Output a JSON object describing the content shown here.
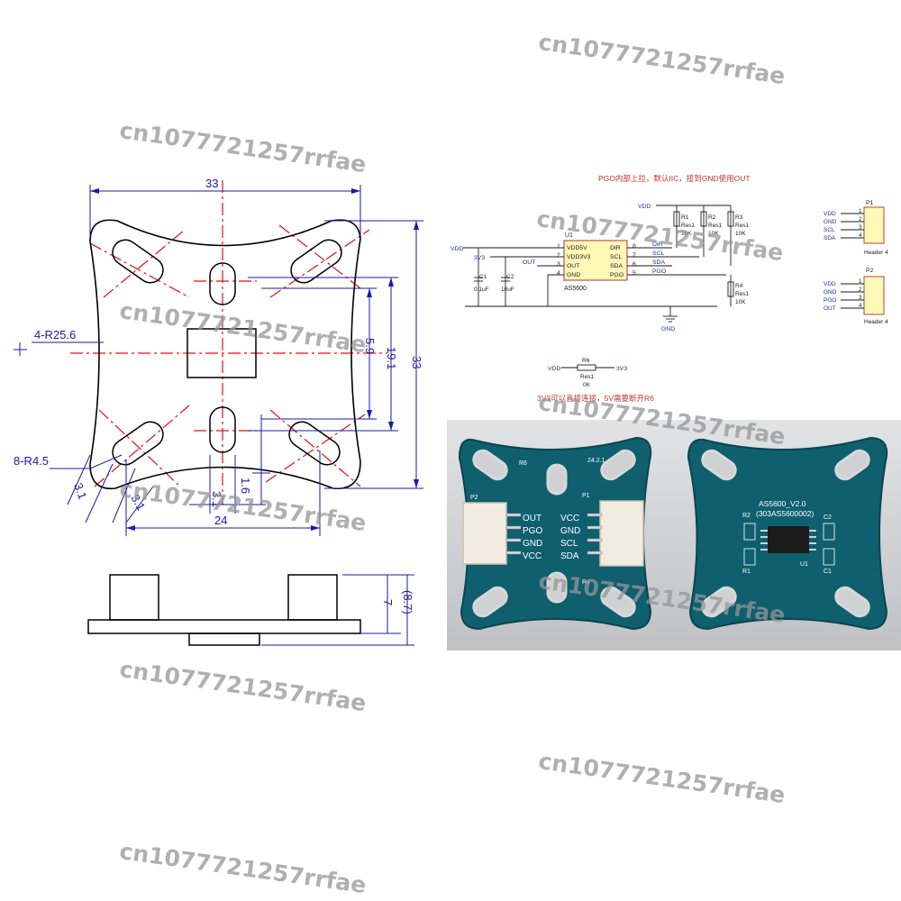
{
  "drawing": {
    "dim_width_top": "33",
    "dim_height_right": "33",
    "dim_inner_tall": "19.1",
    "dim_inner_short": "5.9",
    "callout_corner_radius": "4-R25.6",
    "callout_slot_radius": "8-R4.5",
    "dim_slot_width_a": "3.1",
    "dim_slot_width_b": "3.1",
    "dim_slot_width_c": "3.1",
    "dim_small_gap": "1.6",
    "dim_bottom_span": "24",
    "dim_side_height": "7",
    "dim_side_total": "(8.7)"
  },
  "schematic": {
    "note_top": "PGO内部上拉，默认IIC，接到GND使用OUT",
    "note_bottom": "3V3可以直接连接，5V需要断开R6",
    "u1_ref": "U1",
    "u1_name": "AS5600",
    "u1_left_pins": [
      "VDD5V",
      "VDD3V3",
      "OUT",
      "GND"
    ],
    "u1_left_nums": [
      "1",
      "2",
      "3",
      "4"
    ],
    "u1_right_pins": [
      "DIR",
      "SCL",
      "SDA",
      "PGO"
    ],
    "u1_right_nums": [
      "8",
      "7",
      "6",
      "5"
    ],
    "net_vdd": "VDD",
    "net_3v3": "3V3",
    "net_out": "OUT",
    "net_gnd": "GND",
    "net_scl": "SCL",
    "net_sda": "SDA",
    "net_pgo": "PGO",
    "net_dir": "DIR",
    "c1_ref": "C1",
    "c1_val": "0.1uF",
    "c2_ref": "C2",
    "c2_val": "10uF",
    "resistors": [
      {
        "ref": "R1",
        "type": "Res1",
        "val": "10K"
      },
      {
        "ref": "R2",
        "type": "Res1",
        "val": "10K"
      },
      {
        "ref": "R3",
        "type": "Res1",
        "val": "10K"
      },
      {
        "ref": "R4",
        "type": "Res1",
        "val": "10K"
      }
    ],
    "r6_ref": "R6",
    "r6_type": "Res1",
    "r6_val": "0K",
    "p1_ref": "P1",
    "p1_pins": [
      "VDD",
      "GND",
      "SCL",
      "SDA"
    ],
    "p1_label": "Header 4",
    "p2_ref": "P2",
    "p2_pins": [
      "VDD",
      "GND",
      "PGO",
      "OUT"
    ],
    "p2_label": "Header 4",
    "header_nums": [
      "1",
      "2",
      "3",
      "4"
    ]
  },
  "photo": {
    "board1_version": "24.2.1",
    "board1_p2": "P2",
    "board1_p1": "P1",
    "board1_r6": "R6",
    "board1_r4": "R4",
    "board1_pins_left": [
      "OUT",
      "PGO",
      "GND",
      "VCC"
    ],
    "board1_pins_right": [
      "VCC",
      "GND",
      "SCL",
      "SDA"
    ],
    "board2_title": "AS5600_V2.0",
    "board2_code": "(303AS5600002)",
    "board2_refs": [
      "R2",
      "C2",
      "R1",
      "U1",
      "C1"
    ]
  },
  "watermark": "cn1077721257rrfae",
  "colors": {
    "outline": "#000000",
    "dimension": "#1a1aa8",
    "centerline": "#e01010",
    "schematic_wire": "#1a1a1a",
    "schematic_label": "#1f2f8f",
    "schematic_note": "#c0392b",
    "pcb": "#0f5f6f",
    "ic_fill": "#fff9b8"
  }
}
